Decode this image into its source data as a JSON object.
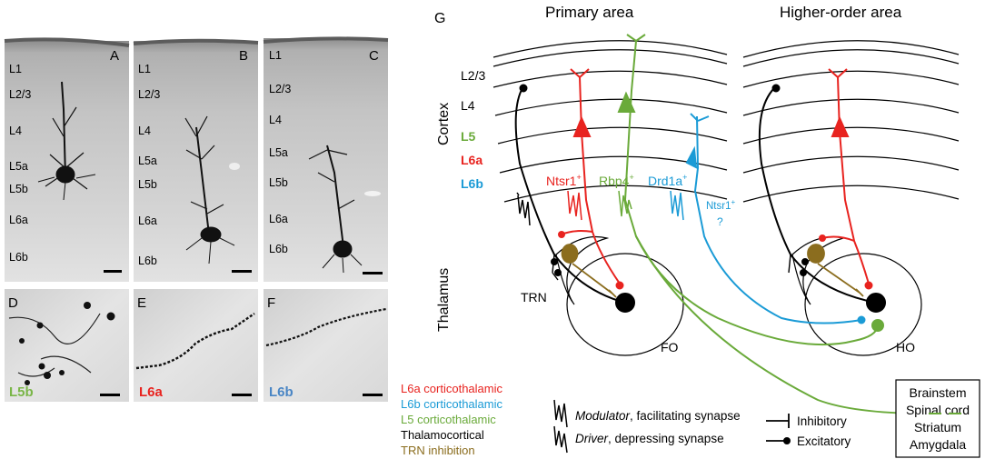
{
  "micrographs": {
    "top": [
      {
        "letter": "A",
        "layers": [
          "L1",
          "L2/3",
          "L4",
          "L5a",
          "L5b",
          "L6a",
          "L6b"
        ]
      },
      {
        "letter": "B",
        "layers": [
          "L1",
          "L2/3",
          "L4",
          "L5a",
          "L5b",
          "L6a",
          "L6b"
        ]
      },
      {
        "letter": "C",
        "layers": [
          "L1",
          "L2/3",
          "L4",
          "L5a",
          "L5b",
          "L6a",
          "L6b"
        ]
      }
    ],
    "bottom": [
      {
        "letter": "D",
        "tag": "L5b",
        "tag_color": "#7ab648"
      },
      {
        "letter": "E",
        "tag": "L6a",
        "tag_color": "#e8231f"
      },
      {
        "letter": "F",
        "tag": "L6b",
        "tag_color": "#4a86c5"
      }
    ]
  },
  "diagram": {
    "panel_letter": "G",
    "primary_title": "Primary area",
    "higher_title": "Higher-order area",
    "cortex_label": "Cortex",
    "thalamus_label": "Thalamus",
    "layers": [
      {
        "label": "L2/3",
        "color": "#000000"
      },
      {
        "label": "L4",
        "color": "#000000"
      },
      {
        "label": "L5",
        "color": "#6aaa3a"
      },
      {
        "label": "L6a",
        "color": "#e8231f"
      },
      {
        "label": "L6b",
        "color": "#1b9bd6"
      }
    ],
    "neuron_labels": [
      {
        "text": "Ntsr1",
        "sup": "+",
        "color": "#e8231f"
      },
      {
        "text": "Rbp4",
        "sup": "+",
        "color": "#6aaa3a"
      },
      {
        "text": "Drd1a",
        "sup": "+",
        "color": "#1b9bd6"
      }
    ],
    "ntsr_question": {
      "text": "Ntsr1",
      "sup": "+",
      "q": "?",
      "color": "#1b9bd6"
    },
    "trn_label": "TRN",
    "fo_label": "FO",
    "ho_label": "HO",
    "targets": [
      "Brainstem",
      "Spinal cord",
      "Striatum",
      "Amygdala"
    ],
    "legend_colors": [
      {
        "text": "L6a corticothalamic",
        "color": "#e8231f"
      },
      {
        "text": "L6b corticothalamic",
        "color": "#1b9bd6"
      },
      {
        "text": "L5 corticothalamic",
        "color": "#6aaa3a"
      },
      {
        "text": "Thalamocortical",
        "color": "#000000"
      },
      {
        "text": "TRN inhibition",
        "color": "#8b6d1e"
      }
    ],
    "legend_synapses": [
      {
        "italic": "Modulator",
        "rest": ", facilitating synapse"
      },
      {
        "italic": "Driver",
        "rest": ", depressing synapse"
      }
    ],
    "legend_types": [
      "Inhibitory",
      "Excitatory"
    ]
  }
}
